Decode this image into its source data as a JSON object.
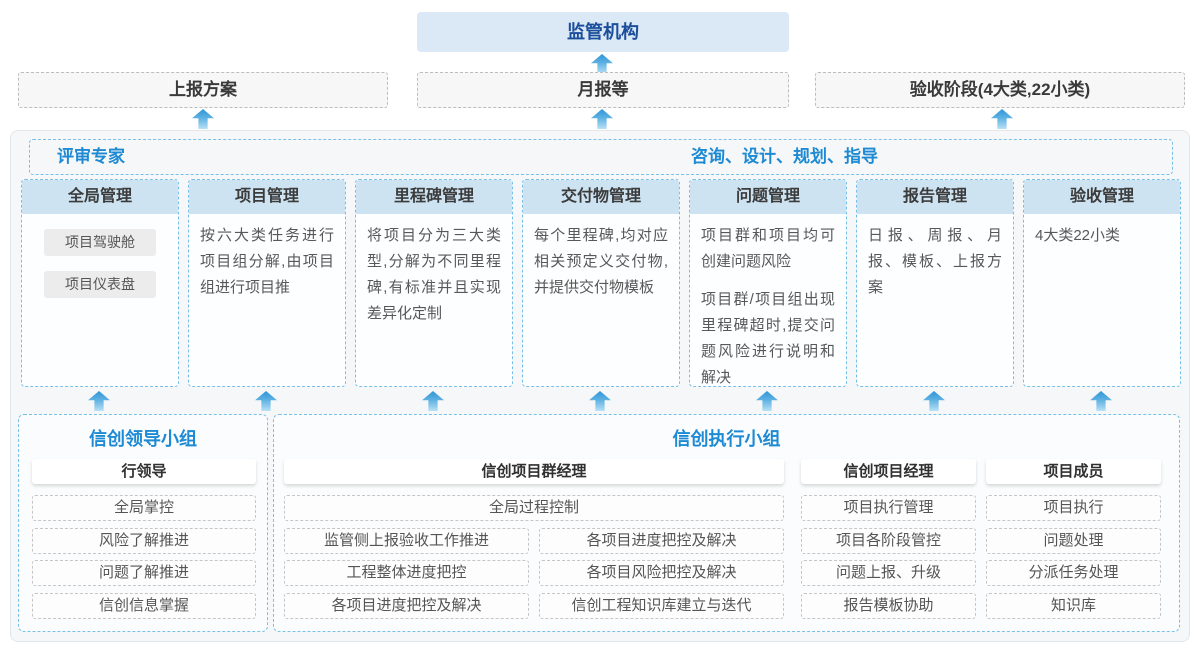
{
  "colors": {
    "accent_blue": "#1d8ad3",
    "navy_text": "#1a4e9b",
    "column_header_fill": "#cde3f1",
    "arrow_blue": "#3498d8"
  },
  "top": {
    "regulator_label": "监管机构",
    "channels": [
      {
        "label": "上报方案"
      },
      {
        "label": "月报等"
      },
      {
        "label": "验收阶段(4大类,22小类)"
      }
    ]
  },
  "platform": {
    "experts_label": "评审专家",
    "guidance_label": "咨询、设计、规划、指导",
    "columns": [
      {
        "title": "全局管理",
        "chips": [
          "项目驾驶舱",
          "项目仪表盘"
        ]
      },
      {
        "title": "项目管理",
        "paragraphs": [
          "按六大类任务进行项目组分解,由项目组进行项目推"
        ]
      },
      {
        "title": "里程碑管理",
        "paragraphs": [
          "将项目分为三大类型,分解为不同里程碑,有标准并且实现差异化定制"
        ]
      },
      {
        "title": "交付物管理",
        "paragraphs": [
          "每个里程碑,均对应相关预定义交付物,并提供交付物模板"
        ]
      },
      {
        "title": "问题管理",
        "paragraphs": [
          "项目群和项目均可创建问题风险",
          "项目群/项目组出现里程碑超时,提交问题风险进行说明和解决"
        ]
      },
      {
        "title": "报告管理",
        "paragraphs": [
          "日报、周报、月报、模板、上报方案"
        ]
      },
      {
        "title": "验收管理",
        "paragraphs": [
          "4大类22小类"
        ]
      }
    ]
  },
  "groups": {
    "leader": {
      "title": "信创领导小组",
      "role": "行领导",
      "items": [
        "全局掌控",
        "风险了解推进",
        "问题了解推进",
        "信创信息掌握"
      ]
    },
    "exec": {
      "title": "信创执行小组",
      "program_manager": {
        "role": "信创项目群经理",
        "wide_item": "全局过程控制",
        "left_items": [
          "监管侧上报验收工作推进",
          "工程整体进度把控",
          "各项目进度把控及解决"
        ],
        "right_items": [
          "各项目进度把控及解决",
          "各项目风险把控及解决",
          "信创工程知识库建立与迭代"
        ]
      },
      "project_manager": {
        "role": "信创项目经理",
        "items": [
          "项目执行管理",
          "项目各阶段管控",
          "问题上报、升级",
          "报告模板协助"
        ]
      },
      "members": {
        "role": "项目成员",
        "items": [
          "项目执行",
          "问题处理",
          "分派任务处理",
          "知识库"
        ]
      }
    }
  }
}
